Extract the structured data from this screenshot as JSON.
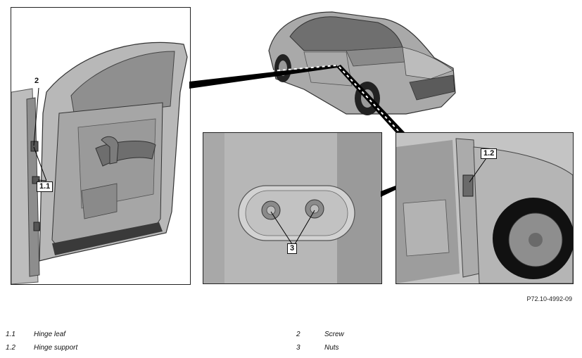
{
  "callouts": {
    "door_screw": "2",
    "door_hinge_leaf": "1.1",
    "nuts": "3",
    "hinge_support": "1.2"
  },
  "reference_code": "P72.10-4992-09",
  "legend": [
    {
      "number": "1.1",
      "label": "Hinge leaf"
    },
    {
      "number": "1.2",
      "label": "Hinge support"
    },
    {
      "number": "2",
      "label": "Screw"
    },
    {
      "number": "3",
      "label": "Nuts"
    }
  ]
}
